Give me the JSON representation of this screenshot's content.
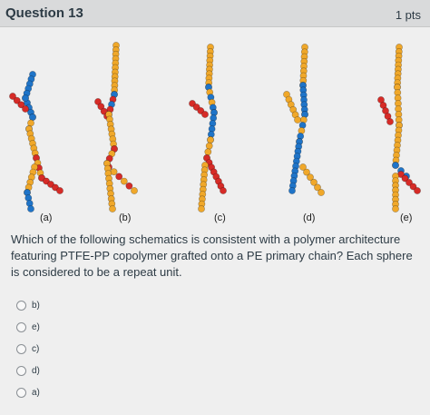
{
  "header": {
    "title": "Question 13",
    "points": "1 pts"
  },
  "figure": {
    "labels": [
      "(a)",
      "(b)",
      "(c)",
      "(d)",
      "(e)"
    ],
    "colors": {
      "yellow": "#f0a82a",
      "blue": "#1f74c8",
      "red": "#d62b27"
    }
  },
  "question": {
    "text": "Which of the following schematics is consistent with a polymer architecture featuring PTFE-PP copolymer grafted onto a PE primary chain? Each sphere is considered to be a repeat unit."
  },
  "answers": [
    {
      "label": "b)"
    },
    {
      "label": "e)"
    },
    {
      "label": "c)"
    },
    {
      "label": "d)"
    },
    {
      "label": "a)"
    }
  ]
}
